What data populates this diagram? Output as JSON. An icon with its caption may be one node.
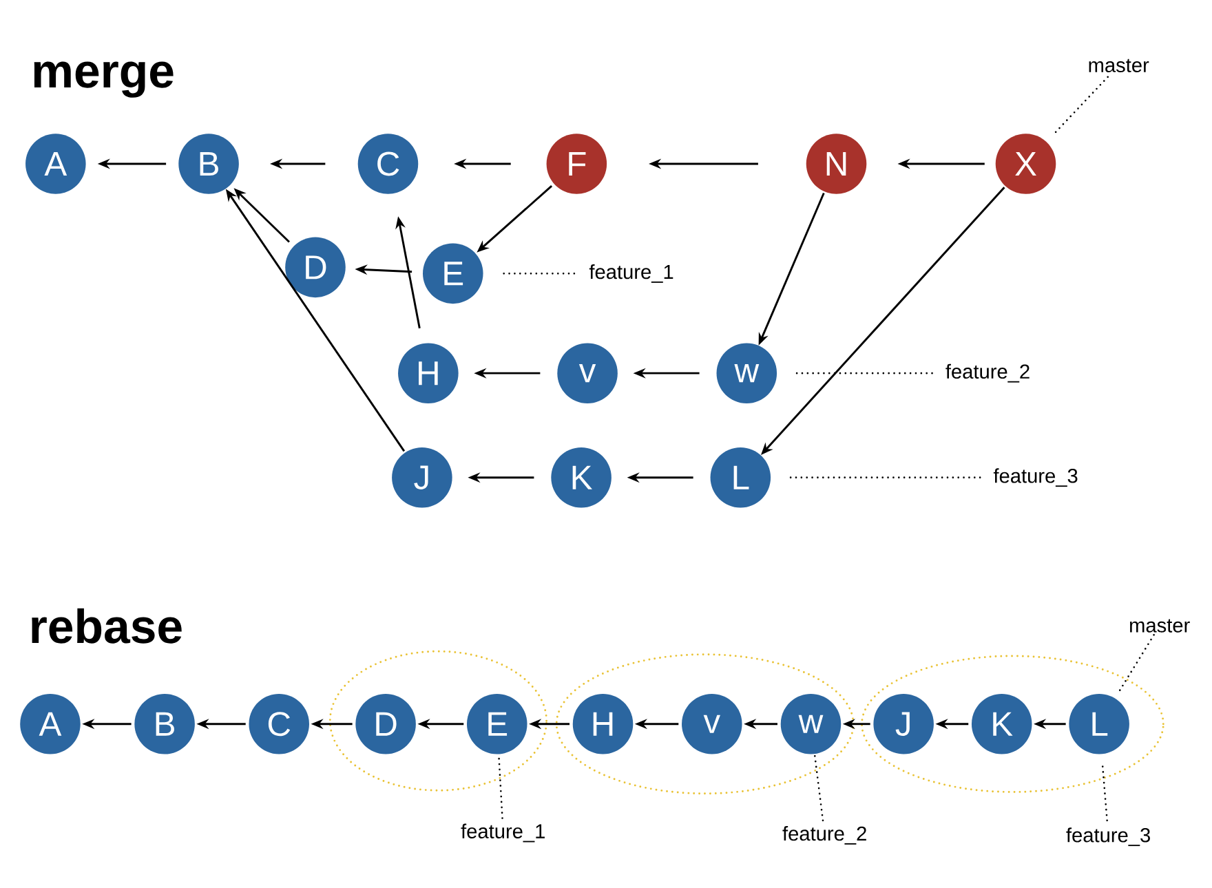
{
  "diagram": {
    "nodes": [
      {
        "text": [
          "master"
        ]
      },
      {
        "text": [
          "A"
        ]
      },
      {
        "text": [
          "B"
        ]
      },
      {
        "text": [
          "C"
        ]
      },
      {
        "text": [
          "F"
        ]
      },
      {
        "text": [
          "N"
        ]
      },
      {
        "text": [
          "X"
        ]
      },
      {
        "text": [
          "D"
        ]
      },
      {
        "text": [
          "E"
        ]
      },
      {
        "text": [
          "feature_1"
        ]
      },
      {
        "text": [
          "H"
        ]
      },
      {
        "text": [
          "v"
        ]
      },
      {
        "text": [
          "w"
        ]
      },
      {
        "text": [
          "feature_2"
        ]
      },
      {
        "text": [
          "J"
        ]
      },
      {
        "text": [
          "K"
        ]
      },
      {
        "text": [
          "L"
        ]
      },
      {
        "text": [
          "feature_3"
        ]
      },
      {
        "text": [
          "master"
        ]
      },
      {
        "text": [],
        "shape": "ellipse"
      },
      {
        "text": [],
        "shape": "ellipse"
      },
      {
        "text": [],
        "shape": "ellipse"
      },
      {
        "text": [
          "A"
        ]
      },
      {
        "text": [
          "B"
        ]
      },
      {
        "text": [
          "C"
        ]
      },
      {
        "text": [
          "D"
        ],
        "in": 19
      },
      {
        "text": [
          "E"
        ],
        "in": 19
      },
      {
        "text": [
          "H"
        ],
        "in": 20
      },
      {
        "text": [
          "v"
        ],
        "in": 20
      },
      {
        "text": [
          "w"
        ],
        "in": 20
      },
      {
        "text": [
          "J"
        ],
        "in": 21
      },
      {
        "text": [
          "K"
        ],
        "in": 21
      },
      {
        "text": [
          "L"
        ],
        "in": 21
      },
      {
        "text": [
          "feature_1"
        ]
      },
      {
        "text": [
          "feature_2"
        ]
      },
      {
        "text": [
          "feature_3"
        ]
      }
    ],
    "edges": [
      {
        "from": 0,
        "to": 6,
        "arrow": "none",
        "style": "dashed"
      },
      {
        "from": 2,
        "to": 1,
        "arrow": "to"
      },
      {
        "from": 3,
        "to": 2,
        "arrow": "to"
      },
      {
        "from": 4,
        "to": 3,
        "arrow": "to"
      },
      {
        "from": 5,
        "to": 4,
        "arrow": "to"
      },
      {
        "from": 6,
        "to": 5,
        "arrow": "to"
      },
      {
        "from": 4,
        "to": 8,
        "arrow": "to"
      },
      {
        "from": 8,
        "to": 7,
        "arrow": "to"
      },
      {
        "from": 7,
        "to": 2,
        "arrow": "to"
      },
      {
        "from": 10,
        "to": 3,
        "arrow": "to"
      },
      {
        "from": 11,
        "to": 10,
        "arrow": "to"
      },
      {
        "from": 12,
        "to": 11,
        "arrow": "to"
      },
      {
        "from": 5,
        "to": 12,
        "arrow": "to"
      },
      {
        "from": 6,
        "to": 16,
        "arrow": "to"
      },
      {
        "from": 14,
        "to": 2,
        "arrow": "to"
      },
      {
        "from": 15,
        "to": 14,
        "arrow": "to"
      },
      {
        "from": 16,
        "to": 15,
        "arrow": "to"
      },
      {
        "from": 9,
        "to": 8,
        "arrow": "none",
        "style": "dashed"
      },
      {
        "from": 13,
        "to": 12,
        "arrow": "none",
        "style": "dashed"
      },
      {
        "from": 17,
        "to": 16,
        "arrow": "none",
        "style": "dashed"
      },
      {
        "from": 18,
        "to": 32,
        "arrow": "none",
        "style": "dashed"
      },
      {
        "from": 23,
        "to": 22,
        "arrow": "to"
      },
      {
        "from": 24,
        "to": 23,
        "arrow": "to"
      },
      {
        "from": 25,
        "to": 24,
        "arrow": "to"
      },
      {
        "from": 26,
        "to": 25,
        "arrow": "to"
      },
      {
        "from": 27,
        "to": 26,
        "arrow": "to"
      },
      {
        "from": 28,
        "to": 27,
        "arrow": "to"
      },
      {
        "from": 29,
        "to": 28,
        "arrow": "to"
      },
      {
        "from": 30,
        "to": 29,
        "arrow": "to"
      },
      {
        "from": 31,
        "to": 30,
        "arrow": "to"
      },
      {
        "from": 32,
        "to": 31,
        "arrow": "to"
      },
      {
        "from": 33,
        "to": 26,
        "arrow": "none",
        "style": "dashed"
      },
      {
        "from": 34,
        "to": 29,
        "arrow": "none",
        "style": "dashed"
      },
      {
        "from": 35,
        "to": 32,
        "arrow": "none",
        "style": "dashed"
      }
    ],
    "labels": [
      "merge",
      "rebase"
    ]
  }
}
